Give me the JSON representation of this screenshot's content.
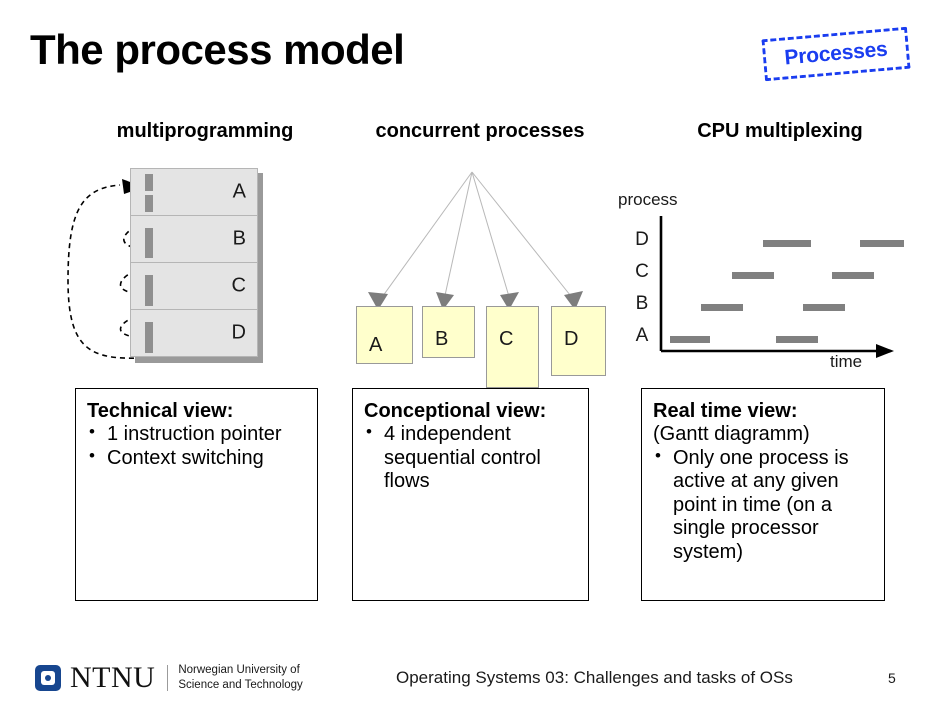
{
  "slide": {
    "title": "The process model",
    "stamp_label": "Processes",
    "stamp_color": "#1a3df0"
  },
  "columns": [
    {
      "header": "multiprogramming"
    },
    {
      "header": "concurrent processes"
    },
    {
      "header": "CPU multiplexing"
    }
  ],
  "multiprogramming": {
    "block_fill": "#e4e4e4",
    "bar_color": "#8f8f8f",
    "blocks": [
      {
        "label": "A"
      },
      {
        "label": "B"
      },
      {
        "label": "C"
      },
      {
        "label": "D"
      }
    ]
  },
  "concurrent": {
    "box_fill": "#ffffcc",
    "box_border": "#999999",
    "processes": [
      {
        "label": "A"
      },
      {
        "label": "B"
      },
      {
        "label": "C"
      },
      {
        "label": "D"
      }
    ]
  },
  "chart_data": {
    "type": "bar",
    "title": "CPU multiplexing",
    "xlabel": "time",
    "ylabel": "process",
    "categories": [
      "A",
      "B",
      "C",
      "D"
    ],
    "ytick_labels": [
      "D",
      "C",
      "B",
      "A"
    ],
    "grid": false,
    "legend": "none",
    "bar_color": "#808080",
    "xlim": [
      0,
      10
    ],
    "segments": [
      {
        "process": "A",
        "start": 0.5,
        "end": 1.8
      },
      {
        "process": "B",
        "start": 2.2,
        "end": 3.5
      },
      {
        "process": "C",
        "start": 3.8,
        "end": 5.1
      },
      {
        "process": "D",
        "start": 5.4,
        "end": 6.9
      },
      {
        "process": "A",
        "start": 5.6,
        "end": 6.9
      },
      {
        "process": "B",
        "start": 7.2,
        "end": 8.5
      },
      {
        "process": "C",
        "start": 8.0,
        "end": 9.2
      },
      {
        "process": "D",
        "start": 9.0,
        "end": 10.0
      }
    ]
  },
  "views": [
    {
      "title": "Technical view:",
      "subtitle": "",
      "bullets": [
        "1 instruction pointer",
        "Context switching"
      ]
    },
    {
      "title": "Conceptional view:",
      "subtitle": "",
      "bullets": [
        "4 independent sequential control flows"
      ]
    },
    {
      "title": "Real time view:",
      "subtitle": "(Gantt diagramm)",
      "bullets": [
        "Only one process is active at any given point in time (on a single processor system)"
      ]
    }
  ],
  "footer": {
    "logo_wordmark": "NTNU",
    "logo_subtitle_line1": "Norwegian University of",
    "logo_subtitle_line2": "Science and Technology",
    "center_text": "Operating Systems 03: Challenges and tasks of OSs",
    "page_number": "5"
  }
}
